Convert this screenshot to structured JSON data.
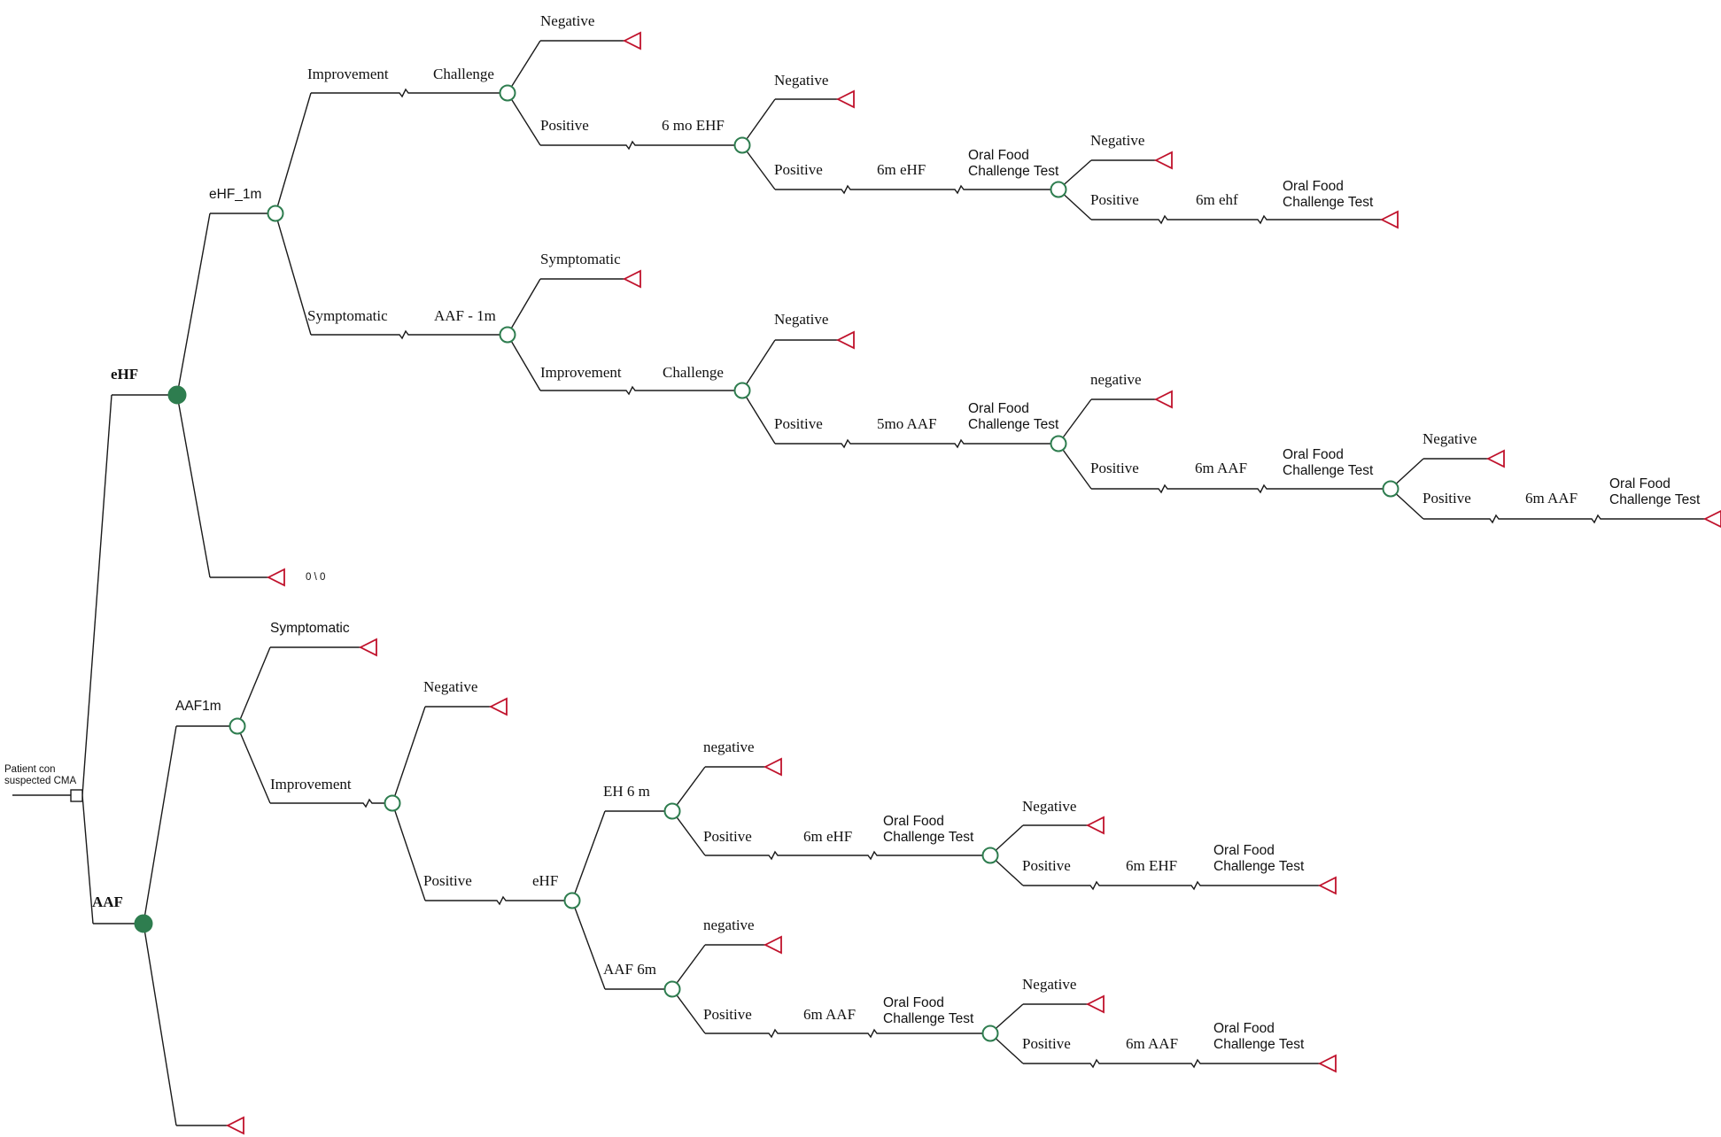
{
  "colors": {
    "line": "#1a1a1a",
    "decision_fill": "#2e7d4f",
    "chance_stroke": "#2e7d4f",
    "terminal_stroke": "#c0122c"
  },
  "root": {
    "label_line1": "Patient con",
    "label_line2": "suspected CMA"
  },
  "branches": {
    "ehf": "eHF",
    "aaf": "AAF"
  },
  "ehf_top": {
    "ehf_1m": "eHF_1m",
    "zero": "0 \\ 0",
    "improvement": "Improvement",
    "challenge": "Challenge",
    "negative": "Negative",
    "positive": "Positive",
    "six_mo_ehf": "6 mo EHF",
    "negative_b": "Negative",
    "positive_b": "Positive",
    "six_m_ehf": "6m eHF",
    "ofct_line1": "Oral Food",
    "ofct_line2": "Challenge Test",
    "negative_c": "Negative",
    "positive_c": "Positive",
    "six_m_ehf_lc": "6m ehf",
    "ofct2_line1": "Oral Food",
    "ofct2_line2": "Challenge Test"
  },
  "ehf_sym": {
    "symptomatic": "Symptomatic",
    "aaf_1m": "AAF - 1m",
    "symptomatic_b": "Symptomatic",
    "improvement": "Improvement",
    "challenge": "Challenge",
    "negative": "Negative",
    "positive": "Positive",
    "five_mo_aaf": "5mo AAF",
    "ofct_line1": "Oral Food",
    "ofct_line2": "Challenge Test",
    "negative_lc": "negative",
    "positive_b": "Positive",
    "six_m_aaf": "6m AAF",
    "ofct2_line1": "Oral Food",
    "ofct2_line2": "Challenge Test",
    "negative_c": "Negative",
    "positive_c": "Positive",
    "six_m_aaf_b": "6m AAF",
    "ofct3_line1": "Oral Food",
    "ofct3_line2": "Challenge Test"
  },
  "aaf_tree": {
    "aaf1m": "AAF1m",
    "symptomatic": "Symptomatic",
    "improvement": "Improvement",
    "negative": "Negative",
    "positive": "Positive",
    "ehf": "eHF",
    "eh_6m": "EH 6 m",
    "negative_lc": "negative",
    "positive_b": "Positive",
    "six_m_ehf": "6m eHF",
    "ofct_line1": "Oral Food",
    "ofct_line2": "Challenge Test",
    "negative_c": "Negative",
    "positive_c": "Positive",
    "six_m_ehf_uc": "6m EHF",
    "ofct2_line1": "Oral Food",
    "ofct2_line2": "Challenge Test",
    "aaf_6m": "AAF 6m",
    "negative_lc_b": "negative",
    "positive_d": "Positive",
    "six_m_aaf": "6m AAF",
    "ofct3_line1": "Oral Food",
    "ofct3_line2": "Challenge Test",
    "negative_e": "Negative",
    "positive_e": "Positive",
    "six_m_aaf_b": "6m AAF",
    "ofct4_line1": "Oral Food",
    "ofct4_line2": "Challenge Test"
  }
}
